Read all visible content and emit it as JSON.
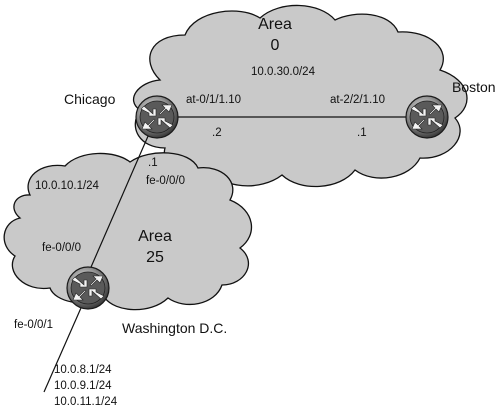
{
  "colors": {
    "cloud_fill": "#c9c9c9",
    "cloud_stroke": "#111111",
    "router_dark": "#3a3a3a",
    "router_light": "#d8d8d8",
    "line": "#111111"
  },
  "areas": {
    "area0": {
      "title": "Area",
      "id": "0",
      "network": "10.0.30.0/24"
    },
    "area25": {
      "title": "Area",
      "id": "25"
    }
  },
  "routers": {
    "chicago": {
      "name": "Chicago",
      "icon": "router-icon"
    },
    "boston": {
      "name": "Boston",
      "icon": "router-icon"
    },
    "washington": {
      "name": "Washington D.C.",
      "icon": "router-icon"
    }
  },
  "links": {
    "chicago_boston": {
      "chicago_if": "at-0/1/1.10",
      "boston_if": "at-2/2/1.10",
      "chicago_host": ".2",
      "boston_host": ".1"
    },
    "chicago_washington": {
      "network": "10.0.10.1/24",
      "chicago_host": ".1",
      "chicago_if": "fe-0/0/0",
      "washington_if": "fe-0/0/0"
    },
    "washington_external": {
      "washington_if": "fe-0/0/1",
      "networks": [
        "10.0.8.1/24",
        "10.0.9.1/24",
        "10.0.11.1/24"
      ]
    }
  }
}
